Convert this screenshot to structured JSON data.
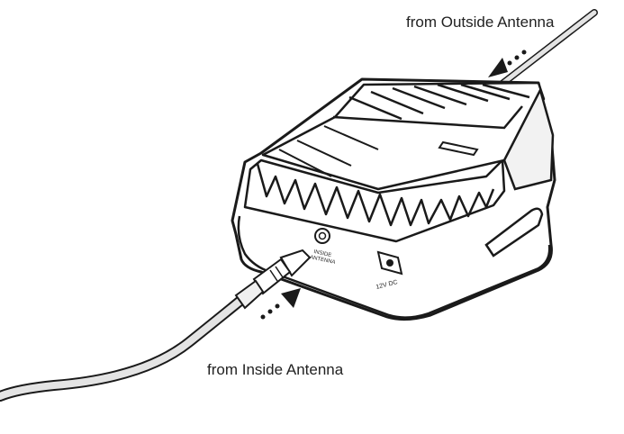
{
  "labels": {
    "outside_antenna": "from Outside Antenna",
    "inside_antenna": "from Inside Antenna"
  },
  "ports": {
    "inside_antenna_line1": "INSIDE",
    "inside_antenna_line2": "ANTENNA",
    "power": "12V DC"
  },
  "colors": {
    "outline": "#1a1a1a",
    "cable_fill": "#e4e4e4",
    "body_shadow": "#d8d8d8",
    "arrow": "#1a1a1a"
  },
  "icons": [
    "dashed-arrow-icon",
    "coax-connector-icon",
    "power-jack-icon"
  ]
}
